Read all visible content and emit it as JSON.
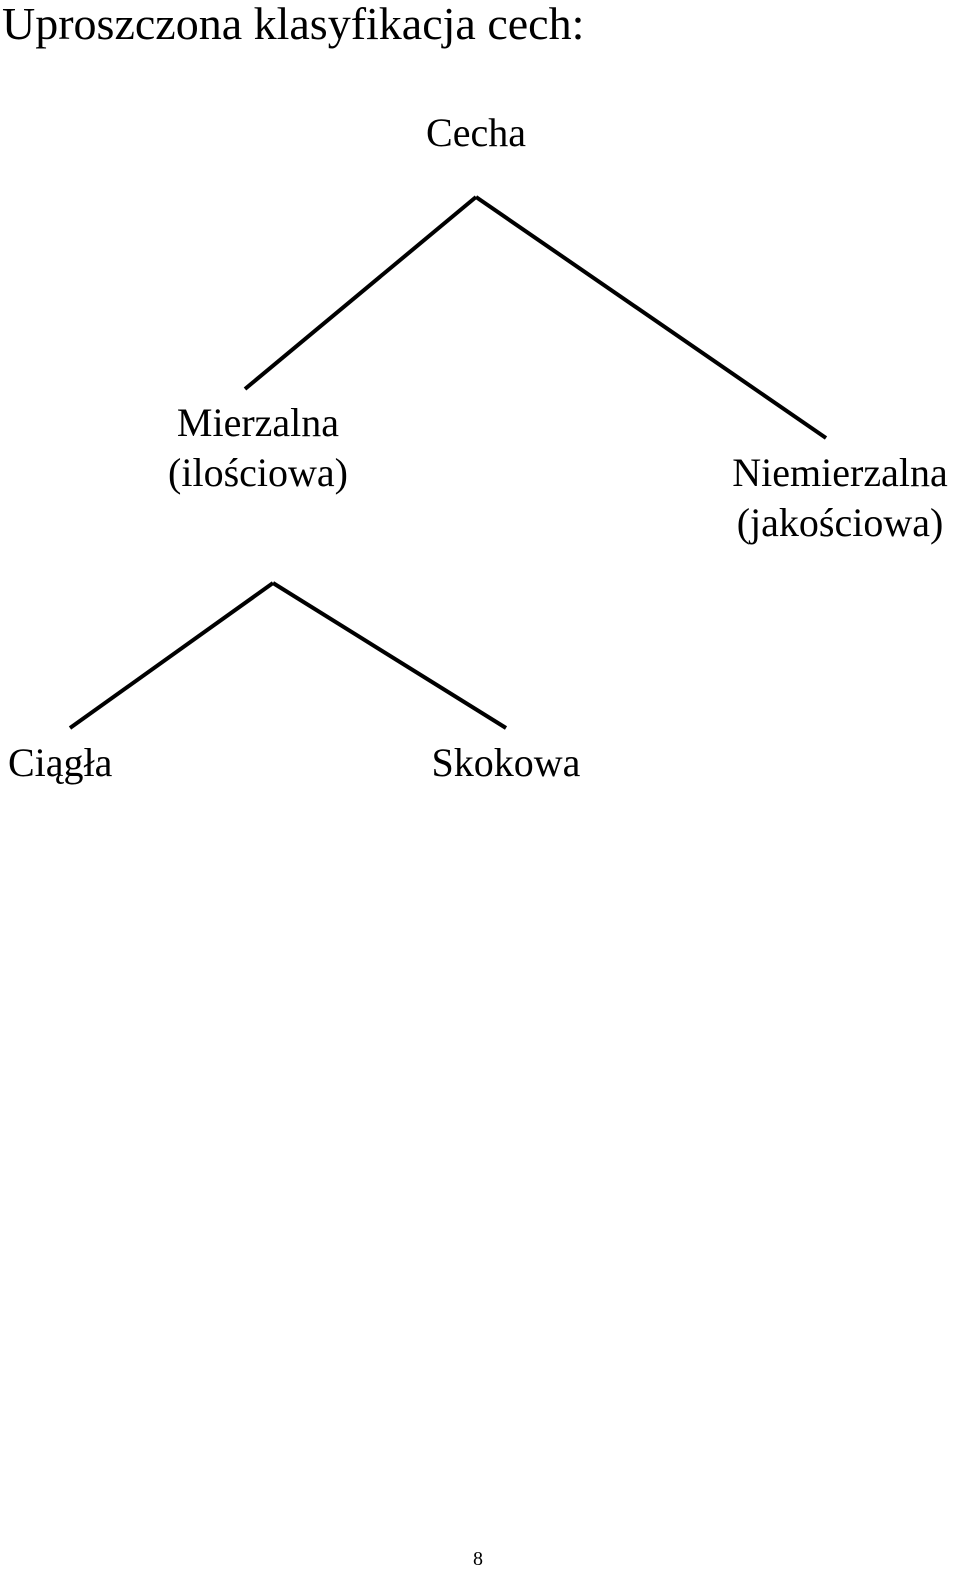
{
  "heading": "Uproszczona klasyfikacja cech:",
  "tree": {
    "root": "Cecha",
    "measurable": {
      "name": "Mierzalna",
      "qualifier": "(ilościowa)",
      "children": [
        "Ciągła",
        "Skokowa"
      ]
    },
    "non_measurable": {
      "name": "Niemierzalna",
      "qualifier": "(jakościowa)"
    }
  },
  "page_number": "8"
}
